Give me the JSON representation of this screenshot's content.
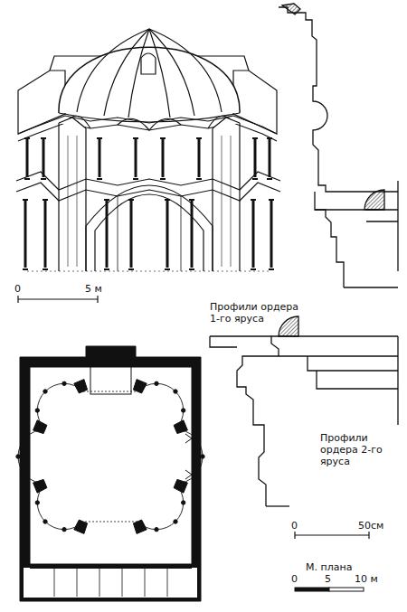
{
  "diagram": {
    "labels": [
      "0",
      "5 м",
      "Профили ордера 1-го яруса",
      "Профили ордера 2-го яруса",
      "0",
      "50см",
      "М. плана",
      "0",
      "5",
      "10 м"
    ]
  }
}
